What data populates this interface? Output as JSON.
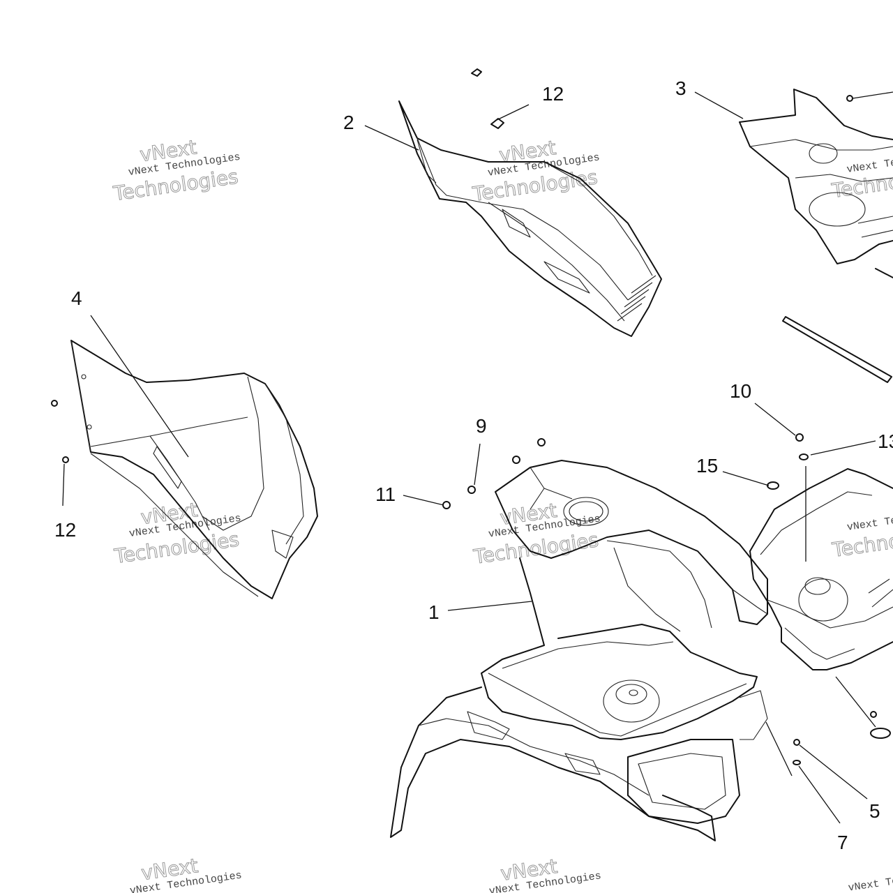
{
  "diagram": {
    "callouts": [
      {
        "id": "c1",
        "label": "1"
      },
      {
        "id": "c2",
        "label": "2"
      },
      {
        "id": "c3",
        "label": "3"
      },
      {
        "id": "c4",
        "label": "4"
      },
      {
        "id": "c5",
        "label": "5"
      },
      {
        "id": "c7",
        "label": "7"
      },
      {
        "id": "c9",
        "label": "9"
      },
      {
        "id": "c10",
        "label": "10"
      },
      {
        "id": "c11",
        "label": "11"
      },
      {
        "id": "c12a",
        "label": "12"
      },
      {
        "id": "c12b",
        "label": "12"
      },
      {
        "id": "c13",
        "label": "13"
      },
      {
        "id": "c15",
        "label": "15"
      }
    ]
  },
  "watermark": {
    "line1": "vNext Technologies",
    "line2": "vNext",
    "line3": "Technologies"
  }
}
